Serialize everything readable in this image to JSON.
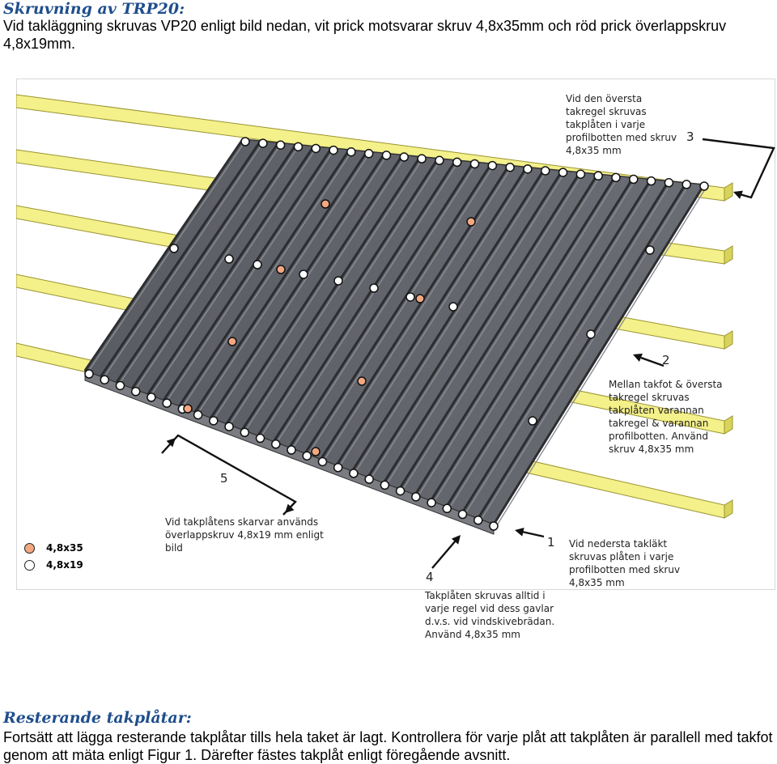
{
  "header": {
    "title": "Skruvning av TRP20:",
    "intro": "Vid takläggning skruvas VP20 enligt bild nedan, vit prick motsvarar skruv 4,8x35mm och röd prick överlappskruv 4,8x19mm."
  },
  "figure": {
    "annotations": {
      "n3": "3",
      "n3_text": "Vid den översta takregel skruvas takplåten i varje profilbotten med skruv 4,8x35 mm",
      "n2": "2",
      "n2_text": "Mellan takfot & översta takregel skruvas takplåten varannan takregel & varannan profilbotten. Använd skruv 4,8x35 mm",
      "n5": "5",
      "n5_text": "Vid takplåtens skarvar används överlappskruv 4,8x19 mm enligt bild",
      "n1": "1",
      "n1_text": "Vid nedersta takläkt skruvas plåten i varje profilbotten med skruv 4,8x35 mm",
      "n4": "4",
      "n4_text": "Takplåten skruvas alltid i varje regel vid dess gavlar d.v.s. vid vindskivebrädan. Använd 4,8x35 mm"
    },
    "legend": [
      {
        "label": "4,8x35",
        "color": "#f4a882"
      },
      {
        "label": "4,8x19",
        "color": "#ffffff"
      }
    ]
  },
  "section2": {
    "title": "Resterande takplåtar:",
    "text": "Fortsätt att lägga resterande takplåtar tills hela taket är lagt. Kontrollera för varje plåt att takplåten är parallell med takfot genom att mäta enligt Figur 1. Därefter fästes takplåt enligt föregående avsnitt."
  }
}
